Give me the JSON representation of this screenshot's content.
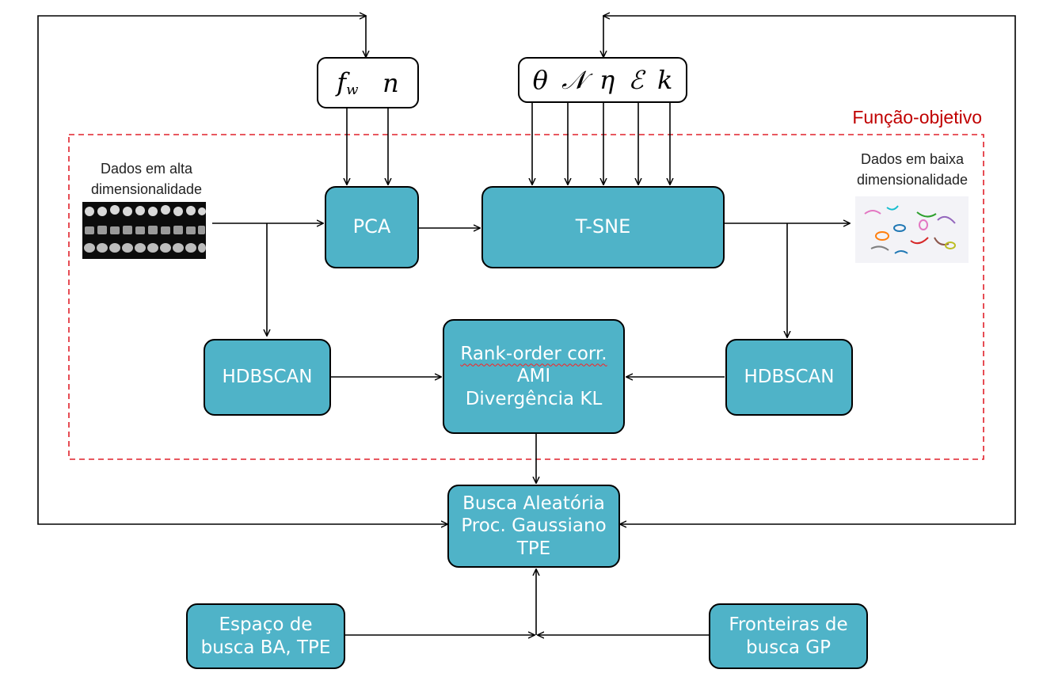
{
  "objective_label": "Função-objetivo",
  "high_dim_label": [
    "Dados em alta",
    "dimensionalidade"
  ],
  "low_dim_label": [
    "Dados em baixa",
    "dimensionalidade"
  ],
  "params_pca": [
    "f",
    "w",
    "n"
  ],
  "params_tsne": [
    "θ",
    "𝒩",
    "η",
    "ℰ",
    "k"
  ],
  "nodes": {
    "pca": "PCA",
    "tsne": "T-SNE",
    "hdbscan_left": "HDBSCAN",
    "hdbscan_right": "HDBSCAN",
    "metrics": [
      "Rank-order corr.",
      "AMI",
      "Divergência KL"
    ],
    "optimizer": [
      "Busca Aleatória",
      "Proc. Gaussiano",
      "TPE"
    ],
    "space": [
      "Espaço de",
      "busca BA, TPE"
    ],
    "bounds": [
      "Fronteiras de",
      "busca GP"
    ]
  },
  "colors": {
    "box_fill": "#4fb3c8",
    "objective_border": "#e0202a",
    "objective_text": "#c00000"
  }
}
